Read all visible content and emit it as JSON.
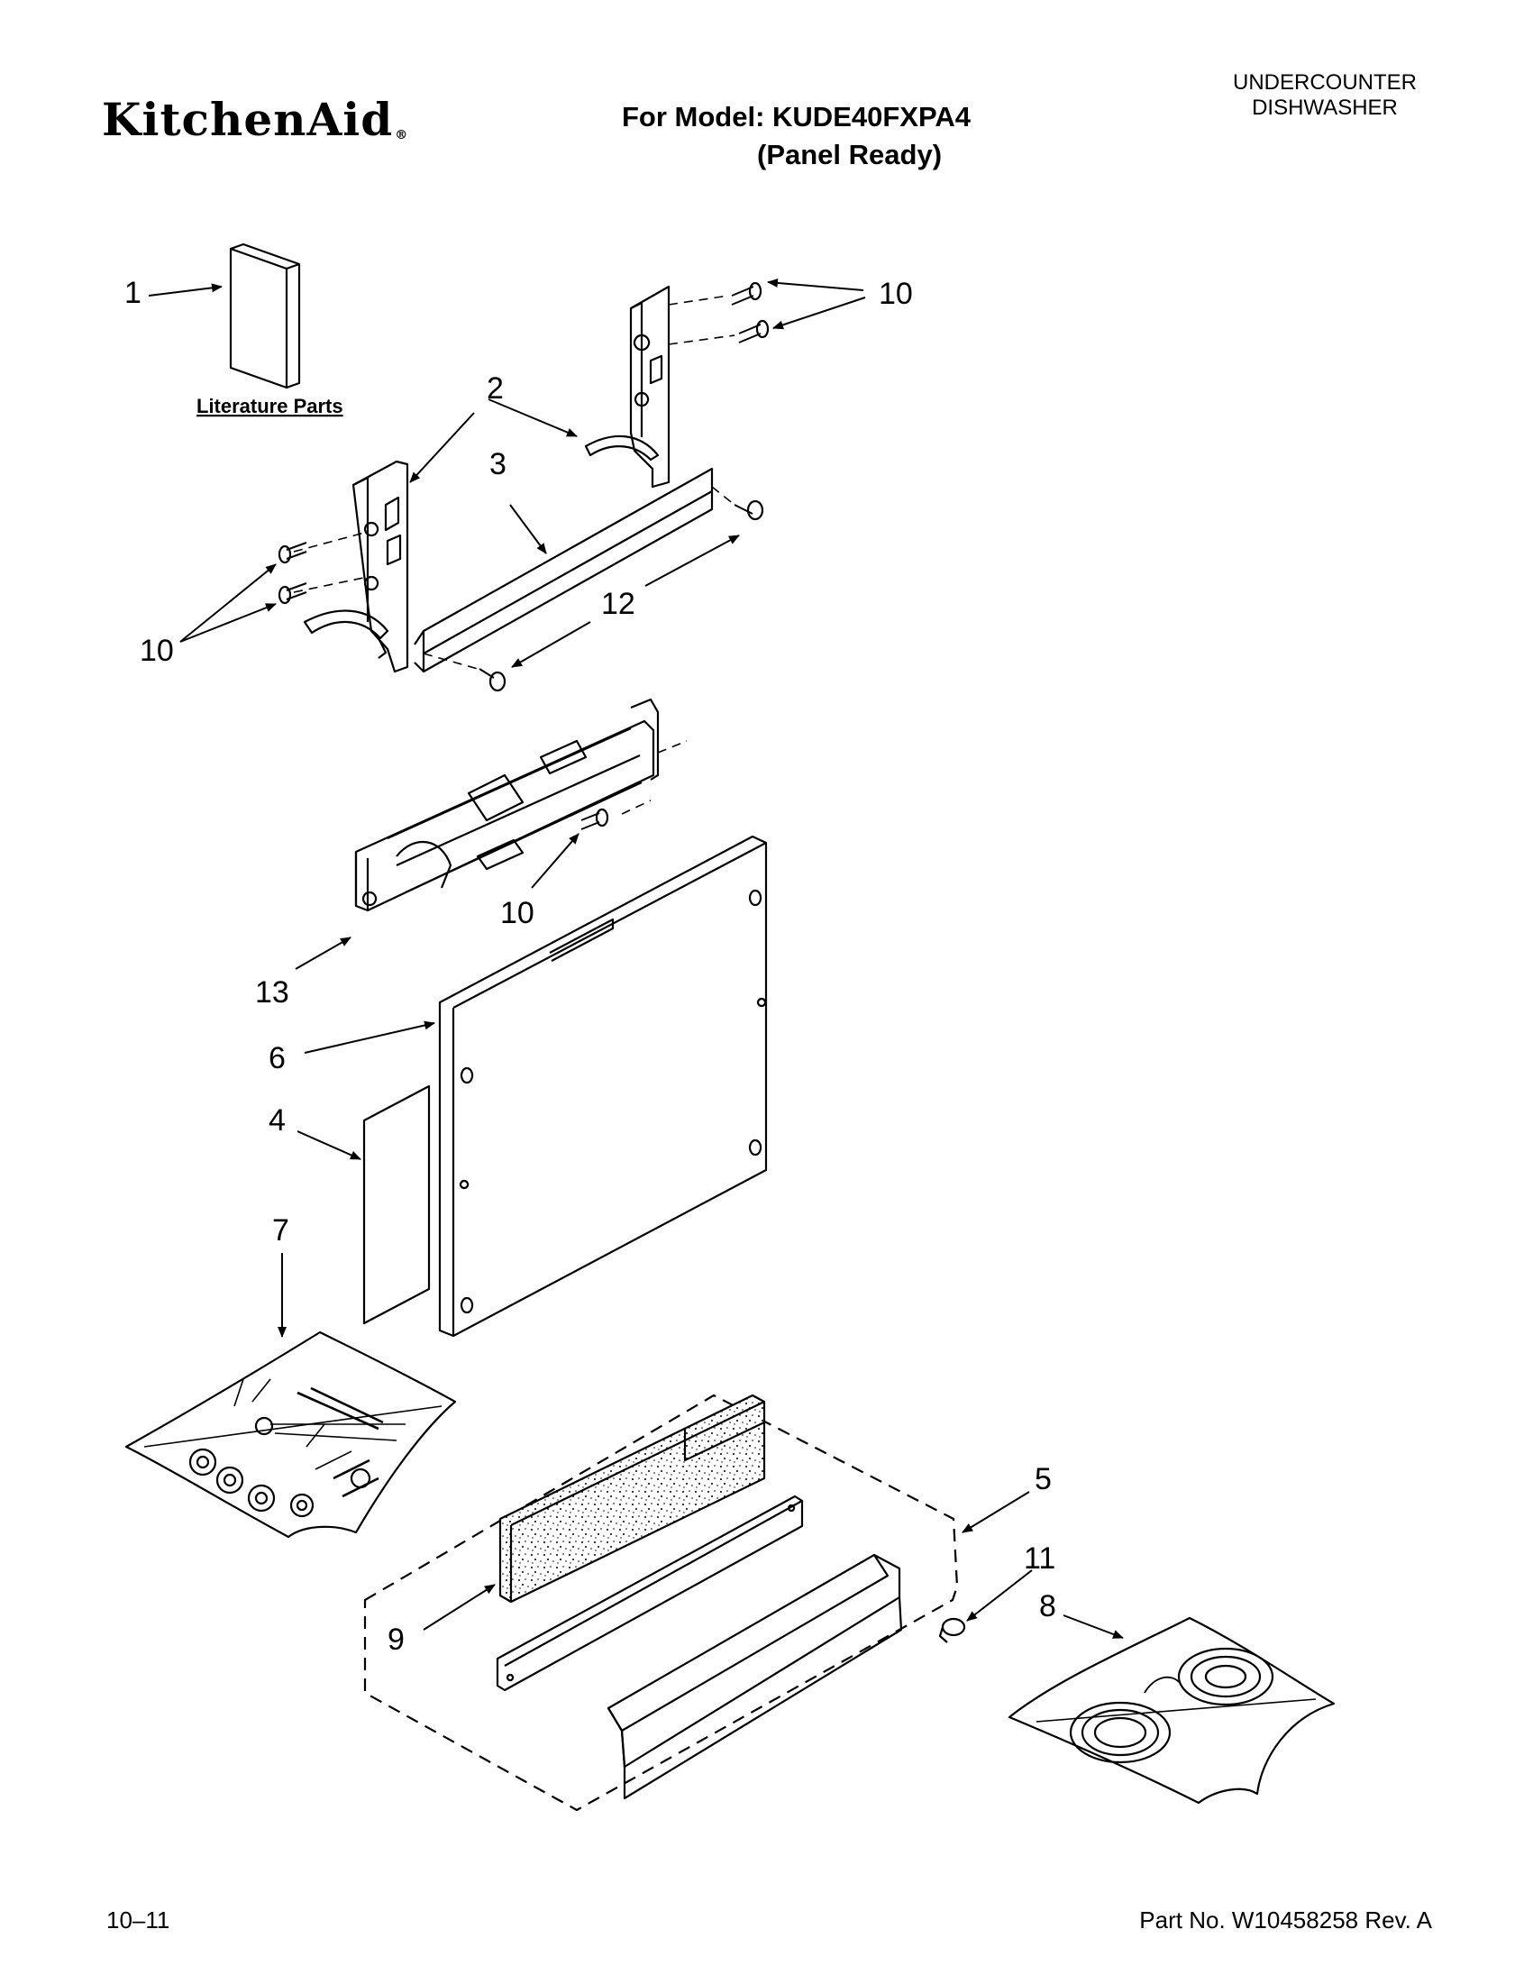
{
  "header": {
    "brand": "KitchenAid",
    "trademark": "®",
    "model_line": "For Model: KUDE40FXPA4",
    "variant": "(Panel Ready)",
    "category_line1": "UNDERCOUNTER",
    "category_line2": "DISHWASHER"
  },
  "callouts": {
    "c1": "1",
    "c2": "2",
    "c3": "3",
    "c4": "4",
    "c5": "5",
    "c6": "6",
    "c7": "7",
    "c8": "8",
    "c9": "9",
    "c10a": "10",
    "c10b": "10",
    "c10c": "10",
    "c11": "11",
    "c12": "12",
    "c13": "13",
    "literature": "Literature Parts"
  },
  "footer": {
    "date": "10–11",
    "part_number": "Part No. W10458258 Rev. A"
  }
}
